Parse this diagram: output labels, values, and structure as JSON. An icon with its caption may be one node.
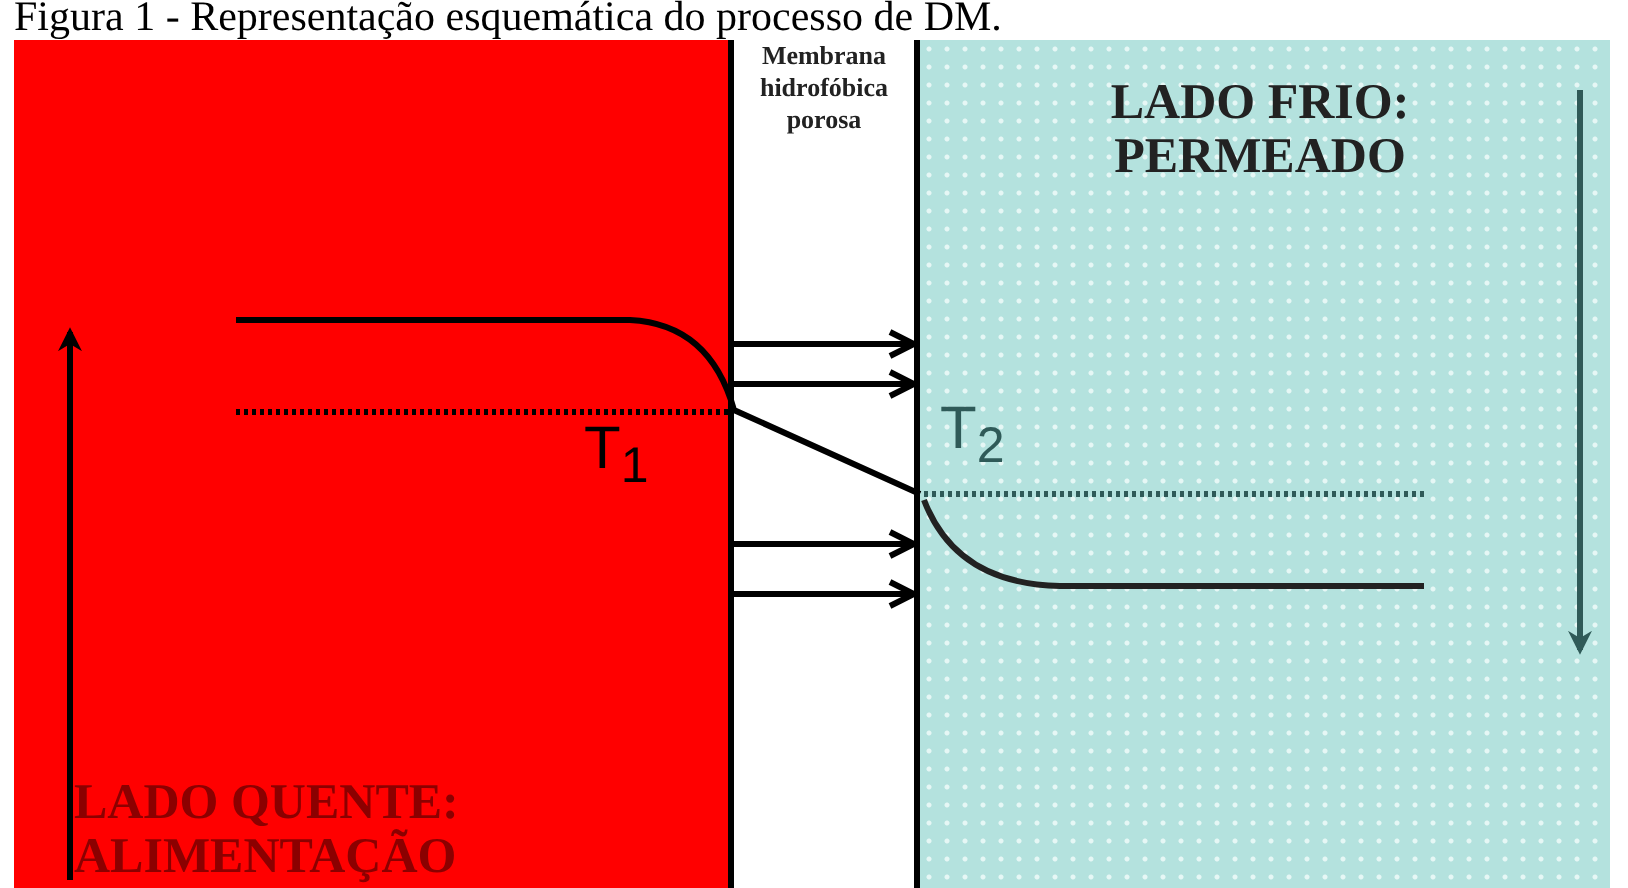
{
  "diagram": {
    "title": "Figura 1 - Representação esquemática do processo de DM.",
    "nodes": [
      {
        "text": [
          "LADO QUENTE: ALIMENTAÇÃO"
        ]
      },
      {
        "text": [
          "Membrana hidrofóbica porosa"
        ]
      },
      {
        "text": [
          "LADO FRIO: PERMEADO"
        ]
      }
    ],
    "edges": [
      {
        "from": 0,
        "to": 2,
        "arrow": "to"
      },
      {
        "from": 0,
        "to": 2,
        "arrow": "to"
      },
      {
        "from": 0,
        "to": 2,
        "arrow": "to"
      },
      {
        "from": 0,
        "to": 2,
        "arrow": "to"
      }
    ],
    "labels": [
      "T$_{1}$",
      "T$_{2}$"
    ]
  }
}
